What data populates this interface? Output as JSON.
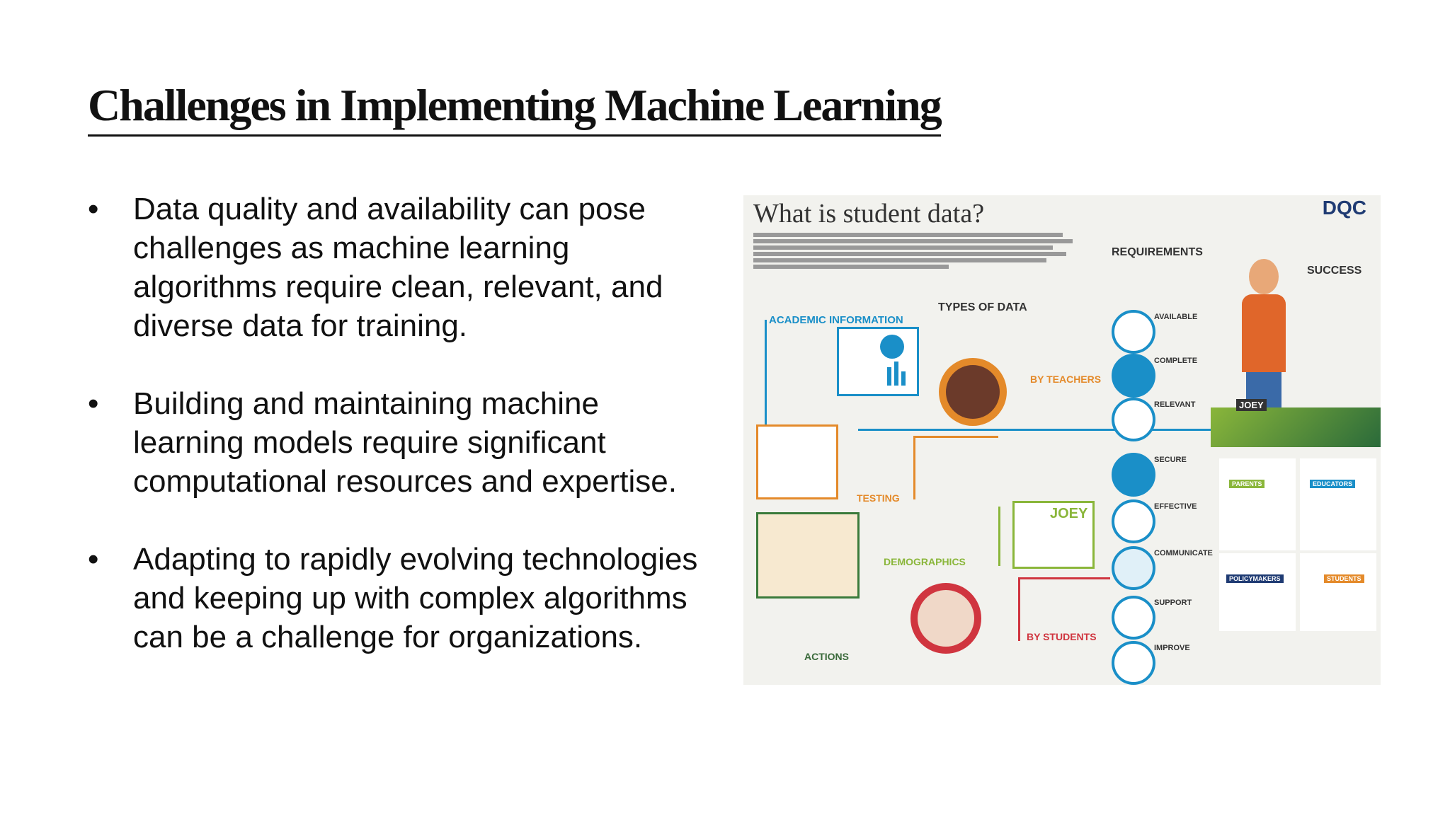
{
  "slide": {
    "title": "Challenges in Implementing Machine Learning",
    "bullet_char": "•",
    "bullets": [
      "Data quality and availability can pose challenges as machine learning algorithms require clean, relevant, and diverse data for training.",
      "Building and maintaining machine learning models require significant computational resources and expertise.",
      "Adapting to rapidly evolving technologies and keeping up with complex algorithms can be a challenge for organizations."
    ]
  },
  "infographic": {
    "title": "What is student data?",
    "logo": "DQC",
    "sections": {
      "academic": "ACADEMIC INFORMATION",
      "types": "TYPES OF DATA",
      "requirements": "REQUIREMENTS",
      "success": "SUCCESS",
      "by_teachers": "BY TEACHERS",
      "testing": "TESTING",
      "demographics": "DEMOGRAPHICS",
      "actions": "ACTIONS",
      "by_students": "BY STUDENTS",
      "joey": "JOEY"
    },
    "requirements_list": [
      "AVAILABLE",
      "COMPLETE",
      "RELEVANT",
      "SECURE",
      "EFFECTIVE",
      "COMMUNICATE",
      "SUPPORT",
      "IMPROVE"
    ],
    "people": [
      "PARENTS",
      "EDUCATORS",
      "POLICYMAKERS",
      "STUDENTS"
    ],
    "colors": {
      "blue": "#1a8fc8",
      "orange": "#e48a2a",
      "green": "#8ab63a",
      "red": "#d0353f"
    }
  }
}
